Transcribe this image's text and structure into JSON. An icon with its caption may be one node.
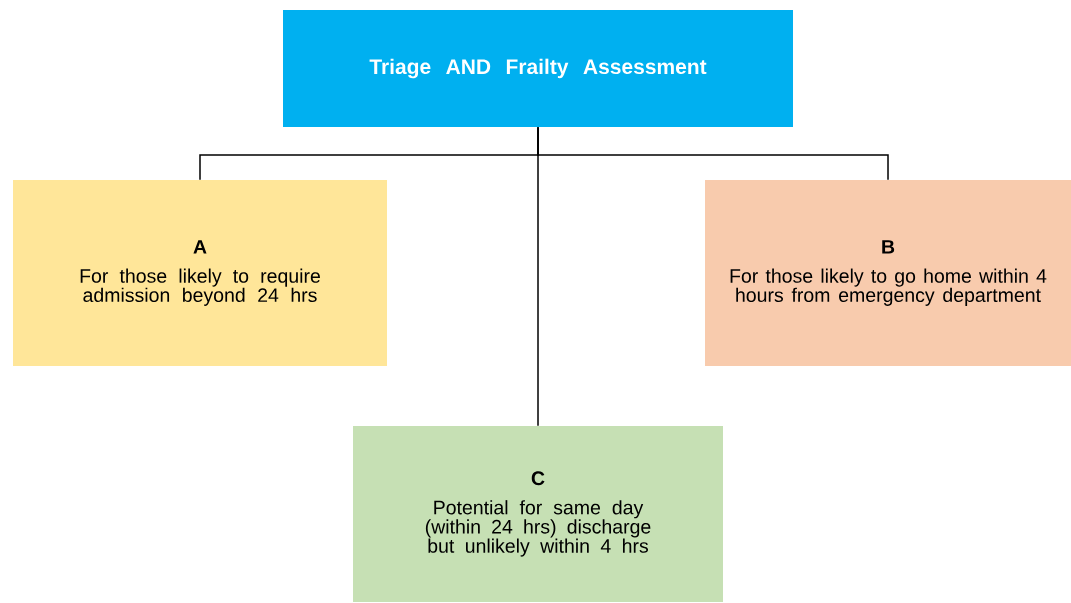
{
  "diagram": {
    "nodes": [
      {
        "text": [
          "Triage AND Frailty Assessment"
        ]
      },
      {
        "text": [
          "A",
          "For those likely to require admission beyond 24 hrs"
        ]
      },
      {
        "text": [
          "B",
          "For those likely to go home within 4 hours from emergency department"
        ]
      },
      {
        "text": [
          "C",
          "Potential for same day (within 24 hrs) discharge but unlikely within 4 hrs"
        ]
      }
    ],
    "edges": [
      {
        "from": 0,
        "to": 1,
        "arrow": "none"
      },
      {
        "from": 0,
        "to": 2,
        "arrow": "none"
      },
      {
        "from": 0,
        "to": 3,
        "arrow": "none"
      }
    ]
  }
}
